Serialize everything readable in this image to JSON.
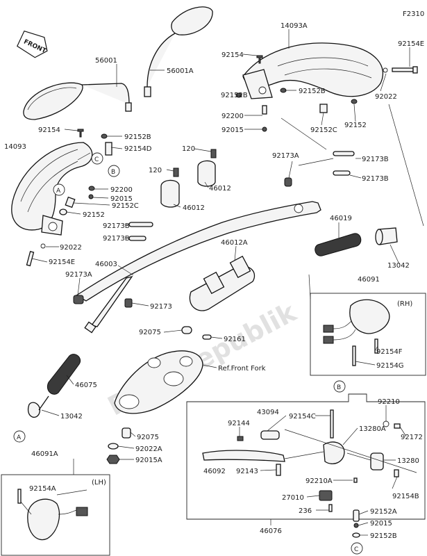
{
  "diagram": {
    "figure_code": "F2310",
    "front_arrow": "FRONT",
    "watermark": "PartsRepublik",
    "rh_box_label": "(RH)",
    "lh_box_label": "(LH)",
    "ref_note": "Ref.Front Fork"
  },
  "callouts": {
    "c1": "A",
    "c2": "B",
    "c3": "C",
    "c4": "A",
    "c5": "B",
    "c6": "C"
  },
  "labels": {
    "p_14093A": "14093A",
    "p_92154E_top": "92154E",
    "p_92154_top": "92154",
    "p_92152B_top1": "92152B",
    "p_92152B_top2": "92152B",
    "p_92022_top": "92022",
    "p_92200_top": "92200",
    "p_92015_top": "92015",
    "p_92152C_top": "92152C",
    "p_92152_top": "92152",
    "p_56001": "56001",
    "p_56001A": "56001A",
    "p_92154_left": "92154",
    "p_92152B_left": "92152B",
    "p_14093": "14093",
    "p_92154D": "92154D",
    "p_120_a": "120",
    "p_120_b": "120",
    "p_92173A_top": "92173A",
    "p_92173B_1": "92173B",
    "p_92173B_2": "92173B",
    "p_92200_left": "92200",
    "p_92015_left": "92015",
    "p_92152C_left": "92152C",
    "p_92152_left": "92152",
    "p_46012_a": "46012",
    "p_46012_b": "46012",
    "p_46019": "46019",
    "p_92173B_left1": "92173B",
    "p_92173B_left2": "92173B",
    "p_92022_left": "92022",
    "p_92154E_left": "92154E",
    "p_46012A": "46012A",
    "p_13042_right": "13042",
    "p_46003": "46003",
    "p_92173A_left": "92173A",
    "p_92173": "92173",
    "p_46091": "46091",
    "p_92154F": "92154F",
    "p_92154G": "92154G",
    "p_92075_a": "92075",
    "p_92161": "92161",
    "p_46075": "46075",
    "p_13042_left": "13042",
    "p_92210_a": "92210",
    "p_92075_b": "92075",
    "p_92022A": "92022A",
    "p_92015A": "92015A",
    "p_43094": "43094",
    "p_92144": "92144",
    "p_92154C": "92154C",
    "p_92172": "92172",
    "p_13280A": "13280A",
    "p_13280": "13280",
    "p_46091A": "46091A",
    "p_92154A": "92154A",
    "p_46092": "46092",
    "p_92143": "92143",
    "p_92210A": "92210A",
    "p_27010": "27010",
    "p_92154B": "92154B",
    "p_92152A": "92152A",
    "p_236": "236",
    "p_92015_bot": "92015",
    "p_92152B_bot": "92152B",
    "p_46076": "46076"
  }
}
